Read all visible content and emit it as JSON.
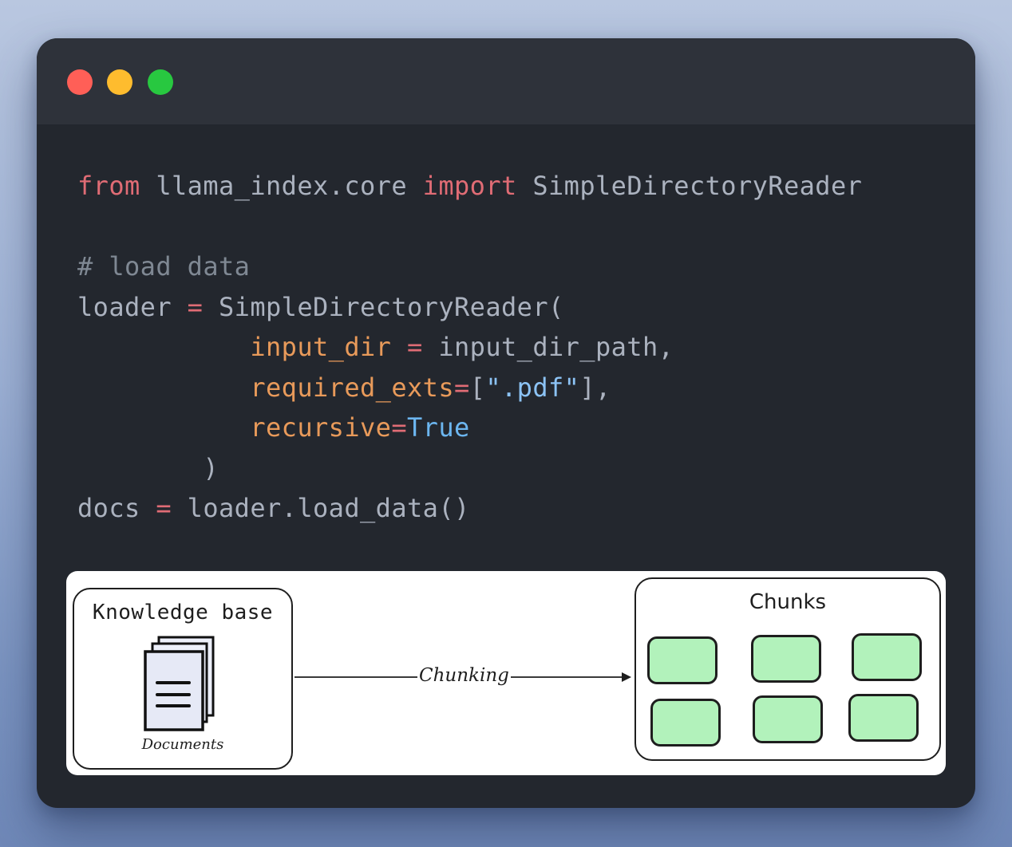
{
  "window": {
    "traffic_lights": [
      {
        "name": "close",
        "color": "#ff5f57"
      },
      {
        "name": "minimize",
        "color": "#febc2e"
      },
      {
        "name": "maximize",
        "color": "#28c840"
      }
    ]
  },
  "code": {
    "language": "python",
    "lines": {
      "l1": {
        "kw_from": "from",
        "module": " llama_index.core ",
        "kw_import": "import",
        "name": " SimpleDirectoryReader"
      },
      "l3": {
        "comment": "# load data"
      },
      "l4": {
        "var": "loader ",
        "eq": "=",
        "call": " SimpleDirectoryReader("
      },
      "l5": {
        "indent": "           ",
        "param": "input_dir ",
        "eq": "=",
        "value": " input_dir_path,"
      },
      "l6": {
        "indent": "           ",
        "param": "required_exts",
        "eq": "=",
        "open": "[",
        "str": "\".pdf\"",
        "close": "],"
      },
      "l7": {
        "indent": "           ",
        "param": "recursive",
        "eq": "=",
        "bool": "True"
      },
      "l8": {
        "text": "        )"
      },
      "l9": {
        "var": "docs ",
        "eq": "=",
        "call": " loader.load_data()"
      }
    }
  },
  "diagram": {
    "knowledge_base_title": "Knowledge base",
    "documents_label": "Documents",
    "arrow_label": "Chunking",
    "chunks_title": "Chunks",
    "chunk_count": 6,
    "chunk_color": "#b2f2bb"
  }
}
